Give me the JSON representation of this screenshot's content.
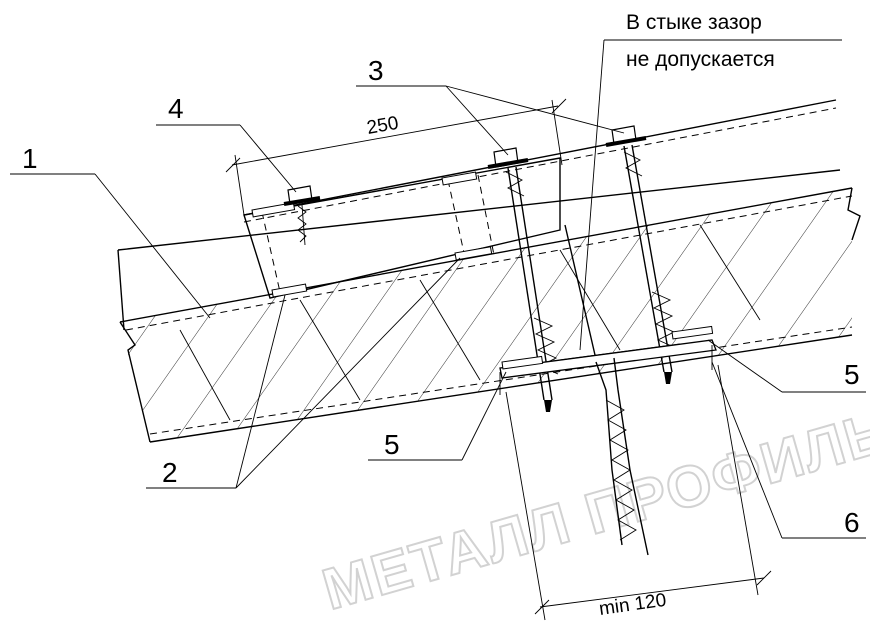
{
  "callouts": {
    "c1": "1",
    "c2": "2",
    "c3": "3",
    "c4": "4",
    "c5_left": "5",
    "c5_right": "5",
    "c6": "6"
  },
  "note": {
    "line1": "В стыке зазор",
    "line2": "не допускается"
  },
  "dimensions": {
    "overlap": "250",
    "support_width": "min 120"
  },
  "watermark": "МЕТАЛЛ ПРОФИЛЬ"
}
